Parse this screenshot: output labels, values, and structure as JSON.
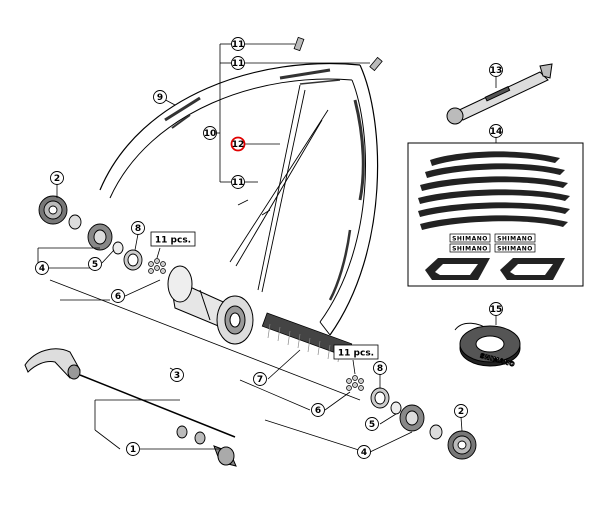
{
  "callouts": [
    {
      "id": "c1",
      "label": "1"
    },
    {
      "id": "c2a",
      "label": "2"
    },
    {
      "id": "c2b",
      "label": "2"
    },
    {
      "id": "c3",
      "label": "3"
    },
    {
      "id": "c4a",
      "label": "4"
    },
    {
      "id": "c4b",
      "label": "4"
    },
    {
      "id": "c5a",
      "label": "5"
    },
    {
      "id": "c5b",
      "label": "5"
    },
    {
      "id": "c6a",
      "label": "6"
    },
    {
      "id": "c6b",
      "label": "6"
    },
    {
      "id": "c7",
      "label": "7"
    },
    {
      "id": "c8a",
      "label": "8"
    },
    {
      "id": "c8b",
      "label": "8"
    },
    {
      "id": "c9",
      "label": "9"
    },
    {
      "id": "c10",
      "label": "10"
    },
    {
      "id": "c11a",
      "label": "11"
    },
    {
      "id": "c11b",
      "label": "11"
    },
    {
      "id": "c11c",
      "label": "11"
    },
    {
      "id": "c12",
      "label": "12",
      "highlight": true
    },
    {
      "id": "c13",
      "label": "13"
    },
    {
      "id": "c14",
      "label": "14"
    },
    {
      "id": "c15",
      "label": "15"
    }
  ],
  "quantity_labels": {
    "left_spoke_nipples": "11 pcs.",
    "right_spoke_nipples": "11 pcs."
  },
  "decal_text": {
    "brand_a": "SHIMANO",
    "brand_b": "SHIMANO",
    "brand_c": "SHIMANO",
    "brand_d": "SHIMANO",
    "rim_tape": "SHIMANO"
  },
  "colors": {
    "line": "#000000",
    "highlight": "#e00000",
    "part_fill": "#d9d9d9",
    "part_dark": "#555555",
    "background": "#ffffff"
  }
}
